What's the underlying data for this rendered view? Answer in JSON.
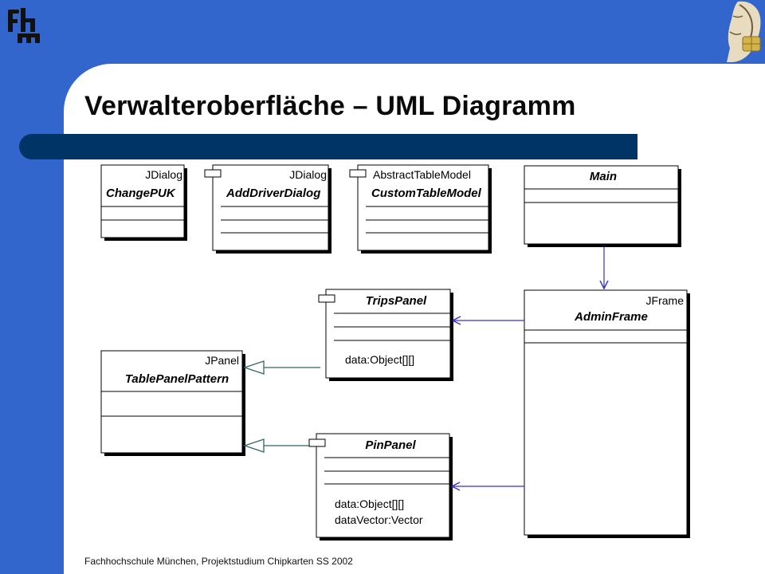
{
  "slide": {
    "title": "Verwalteroberfläche – UML Diagramm",
    "footer": "Fachhochschule München, Projektstudium Chipkarten  SS 2002",
    "logo_text": "fhm"
  },
  "colors": {
    "background": "#3366cc",
    "title_bar": "#003366",
    "association_arrow": "#3333cc",
    "generalization_arrow": "#336666"
  },
  "classes": {
    "change_puk": {
      "stereotype": "JDialog",
      "name": "ChangePUK"
    },
    "add_driver_dialog": {
      "stereotype": "JDialog",
      "name": "AddDriverDialog"
    },
    "custom_table_model": {
      "stereotype": "AbstractTableModel",
      "name": "CustomTableModel"
    },
    "main": {
      "name": "Main"
    },
    "trips_panel": {
      "name": "TripsPanel",
      "attribute": "data:Object[][]"
    },
    "admin_frame": {
      "stereotype": "JFrame",
      "name": "AdminFrame"
    },
    "table_panel_pattern": {
      "stereotype": "JPanel",
      "name": "TablePanelPattern"
    },
    "pin_panel": {
      "name": "PinPanel",
      "attributes": [
        "data:Object[][]",
        "dataVector:Vector"
      ]
    }
  }
}
